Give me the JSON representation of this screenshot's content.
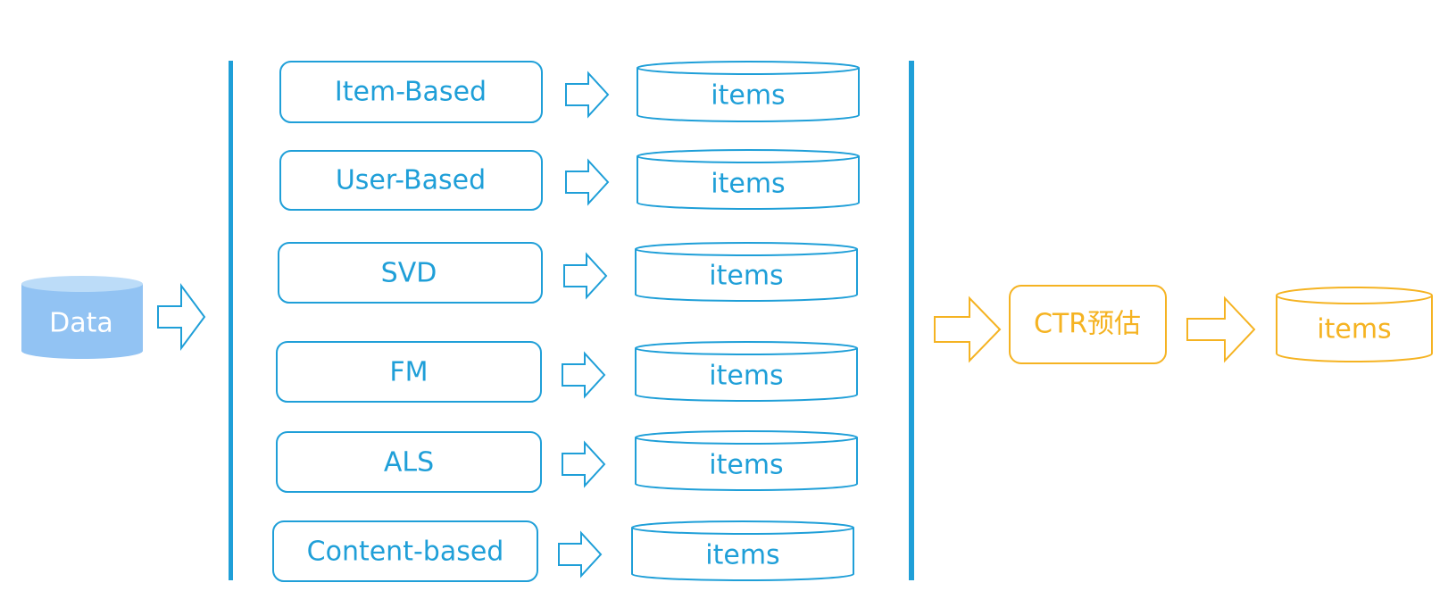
{
  "source": {
    "label": "Data",
    "color": "#8fc2f2"
  },
  "recall": {
    "color": "#1f9fd8",
    "algorithms": [
      {
        "label": "Item-Based",
        "output": "items"
      },
      {
        "label": "User-Based",
        "output": "items"
      },
      {
        "label": "SVD",
        "output": "items"
      },
      {
        "label": "FM",
        "output": "items"
      },
      {
        "label": "ALS",
        "output": "items"
      },
      {
        "label": "Content-based",
        "output": "items"
      }
    ]
  },
  "ranking": {
    "color": "#f5b322",
    "stage_label": "CTR预估",
    "output": "items"
  }
}
